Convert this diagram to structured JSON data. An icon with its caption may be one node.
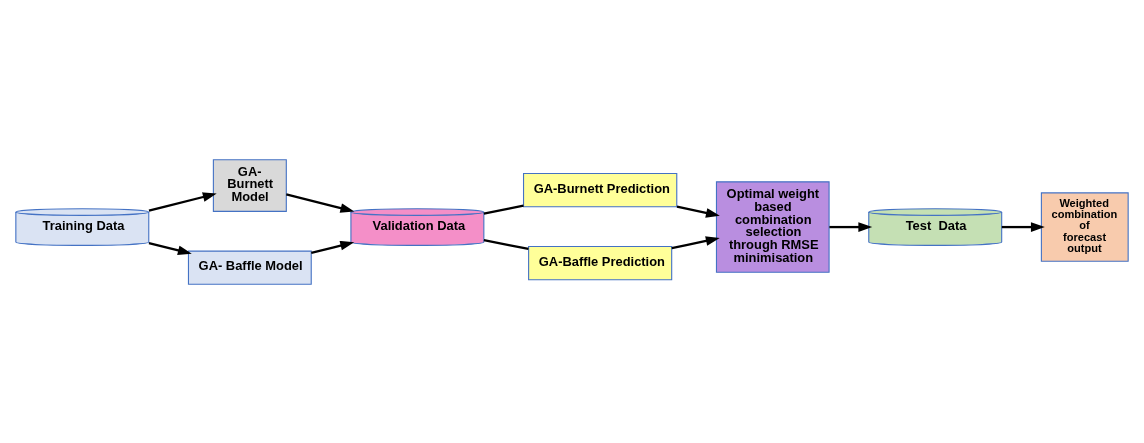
{
  "diagram": {
    "nodes": [
      {
        "text": [
          "Training Data"
        ]
      },
      {
        "text": [
          "GA- Burnett Model"
        ]
      },
      {
        "text": [
          "GA- Baffle Model"
        ]
      },
      {
        "text": [
          "Validation Data"
        ]
      },
      {
        "text": [
          "GA-Burnett Prediction"
        ]
      },
      {
        "text": [
          "GA-Baffle Prediction"
        ]
      },
      {
        "text": [
          "Optimal weight based combination selection through RMSE minimisation"
        ]
      },
      {
        "text": [
          "Test  Data"
        ]
      },
      {
        "text": [
          "Weighted combination of forecast output"
        ]
      }
    ],
    "edges": [
      {
        "from": 0,
        "to": 1,
        "arrow": "to"
      },
      {
        "from": 0,
        "to": 2,
        "arrow": "to"
      },
      {
        "from": 1,
        "to": 3,
        "arrow": "to"
      },
      {
        "from": 2,
        "to": 3,
        "arrow": "to"
      },
      {
        "from": 3,
        "to": 4,
        "arrow": "none"
      },
      {
        "from": 3,
        "to": 5,
        "arrow": "none"
      },
      {
        "from": 4,
        "to": 6,
        "arrow": "to"
      },
      {
        "from": 5,
        "to": 6,
        "arrow": "to"
      },
      {
        "from": 6,
        "to": 7,
        "arrow": "to"
      },
      {
        "from": 7,
        "to": 8,
        "arrow": "to"
      }
    ]
  }
}
